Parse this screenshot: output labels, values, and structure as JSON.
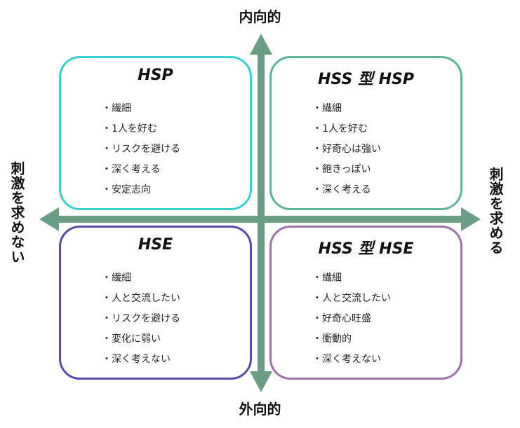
{
  "axes": {
    "top_label": "内向的",
    "bottom_label": "外向的",
    "left_label": "刺激を求めない",
    "right_label": "刺激を求める",
    "color": "#6a9f86"
  },
  "quadrants": {
    "top_left": {
      "title": "HSP",
      "border_color": "#3ccfcf",
      "items": [
        "・繊細",
        "・1人を好む",
        "・リスクを避ける",
        "・深く考える",
        "・安定志向"
      ]
    },
    "top_right": {
      "title": "HSS 型 HSP",
      "border_color": "#5fb397",
      "items": [
        "・繊細",
        "・1人を好む",
        "・好奇心は強い",
        "・飽きっぽい",
        "・深く考える"
      ]
    },
    "bottom_left": {
      "title": "HSE",
      "border_color": "#5a4aa8",
      "items": [
        "・繊細",
        "・人と交流したい",
        "・リスクを避ける",
        "・変化に弱い",
        "・深く考えない"
      ]
    },
    "bottom_right": {
      "title": "HSS 型 HSE",
      "border_color": "#9a73a8",
      "items": [
        "・繊細",
        "・人と交流したい",
        "・好奇心旺盛",
        "・衝動的",
        "・深く考えない"
      ]
    }
  }
}
